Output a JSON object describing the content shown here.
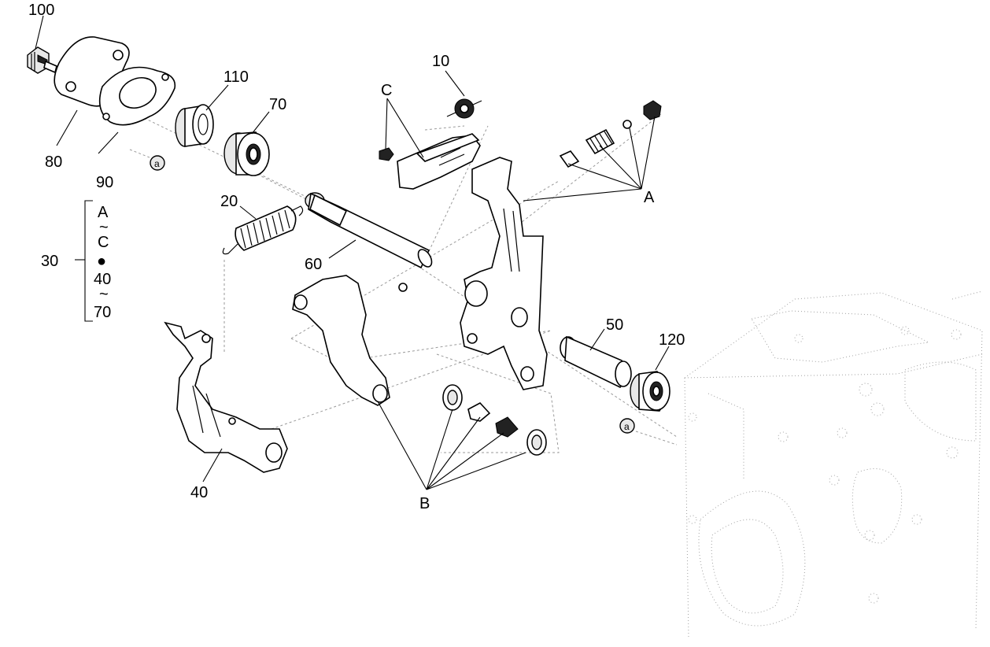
{
  "callouts": {
    "p100": "100",
    "p80": "80",
    "p90": "90",
    "p110": "110",
    "p70": "70",
    "p20": "20",
    "p60": "60",
    "p10": "10",
    "pC": "C",
    "pA": "A",
    "p50": "50",
    "p120": "120",
    "p40": "40",
    "pB": "B",
    "p30": "30",
    "ref_a": "a"
  },
  "kit_bracket": {
    "line1": "A",
    "line2": "~",
    "line3": "C",
    "line4": "●",
    "line5": "40",
    "line6": "~",
    "line7": "70"
  }
}
